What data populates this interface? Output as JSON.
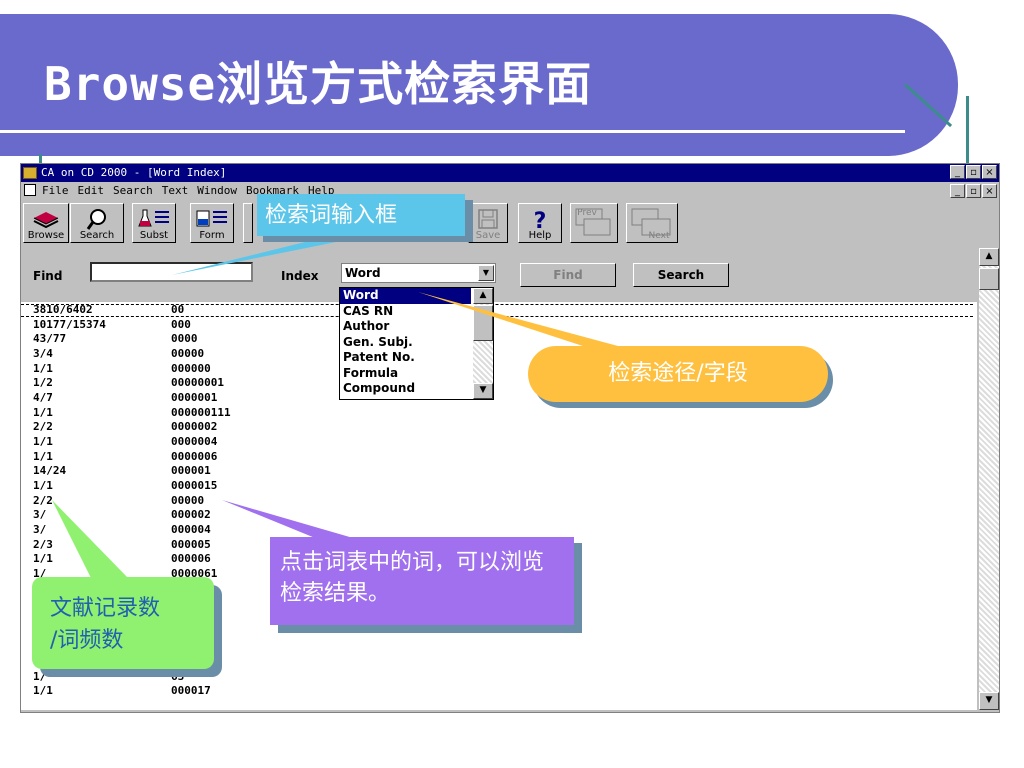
{
  "slide": {
    "title": "Browse浏览方式检索界面"
  },
  "window": {
    "title": "CA on CD 2000  - [Word Index]",
    "controls": [
      "_",
      "▫",
      "×"
    ]
  },
  "menu": [
    "File",
    "Edit",
    "Search",
    "Text",
    "Window",
    "Bookmark",
    "Help"
  ],
  "toolbar": [
    {
      "label": "Browse",
      "icon": "book-stack-icon"
    },
    {
      "label": "Search",
      "icon": "magnifier-icon"
    },
    {
      "label": "Subst",
      "icon": "flask-list-icon"
    },
    {
      "label": "Form",
      "icon": "form-list-icon"
    },
    {
      "label": "Save",
      "icon": "floppy-disk-icon"
    },
    {
      "label": "Help",
      "icon": "question-mark-icon"
    },
    {
      "label": "Prev",
      "icon": "prev-window-icon"
    },
    {
      "label": "Next",
      "icon": "next-window-icon"
    }
  ],
  "findbar": {
    "find_label": "Find",
    "find_value": "",
    "index_label": "Index",
    "index_value": "Word",
    "find_button": "Find",
    "search_button": "Search"
  },
  "index_options": [
    "Word",
    "CAS RN",
    "Author",
    "Gen. Subj.",
    "Patent No.",
    "Formula",
    "Compound"
  ],
  "word_list": [
    {
      "count": "3810/6402",
      "term": "00"
    },
    {
      "count": "10177/15374",
      "term": "000"
    },
    {
      "count": "43/77",
      "term": "0000"
    },
    {
      "count": "3/4",
      "term": "00000"
    },
    {
      "count": "1/1",
      "term": "000000"
    },
    {
      "count": "1/2",
      "term": "00000001"
    },
    {
      "count": "4/7",
      "term": "0000001"
    },
    {
      "count": "1/1",
      "term": "000000111"
    },
    {
      "count": "2/2",
      "term": "0000002"
    },
    {
      "count": "1/1",
      "term": "0000004"
    },
    {
      "count": "1/1",
      "term": "0000006"
    },
    {
      "count": "14/24",
      "term": "000001"
    },
    {
      "count": "1/1",
      "term": "0000015"
    },
    {
      "count": "2/2",
      "term": "00000"
    },
    {
      "count": "3/",
      "term": "000002"
    },
    {
      "count": "3/",
      "term": "000004"
    },
    {
      "count": "2/3",
      "term": "000005"
    },
    {
      "count": "1/1",
      "term": "000006"
    },
    {
      "count": "1/",
      "term": "0000061"
    },
    {
      "count": "",
      "term": "8"
    },
    {
      "count": "",
      "term": "8"
    },
    {
      "count": "",
      "term": ""
    },
    {
      "count": "",
      "term": ""
    },
    {
      "count": "",
      "term": ""
    },
    {
      "count": "",
      "term": ""
    },
    {
      "count": "1/",
      "term": "63"
    },
    {
      "count": "1/1",
      "term": "000017"
    }
  ],
  "callouts": {
    "input_box": "检索词输入框",
    "field": "检索途径/字段",
    "click_word": "点击词表中的词，可以浏览检索结果。",
    "frequency_line1": "文献记录数",
    "frequency_line2": "/词频数"
  },
  "colors": {
    "banner": "#6a6acd",
    "callout_blue": "#5cc6ea",
    "callout_orange": "#ffc040",
    "callout_purple": "#a070ee",
    "callout_green": "#90f070",
    "win_title": "#000080"
  }
}
